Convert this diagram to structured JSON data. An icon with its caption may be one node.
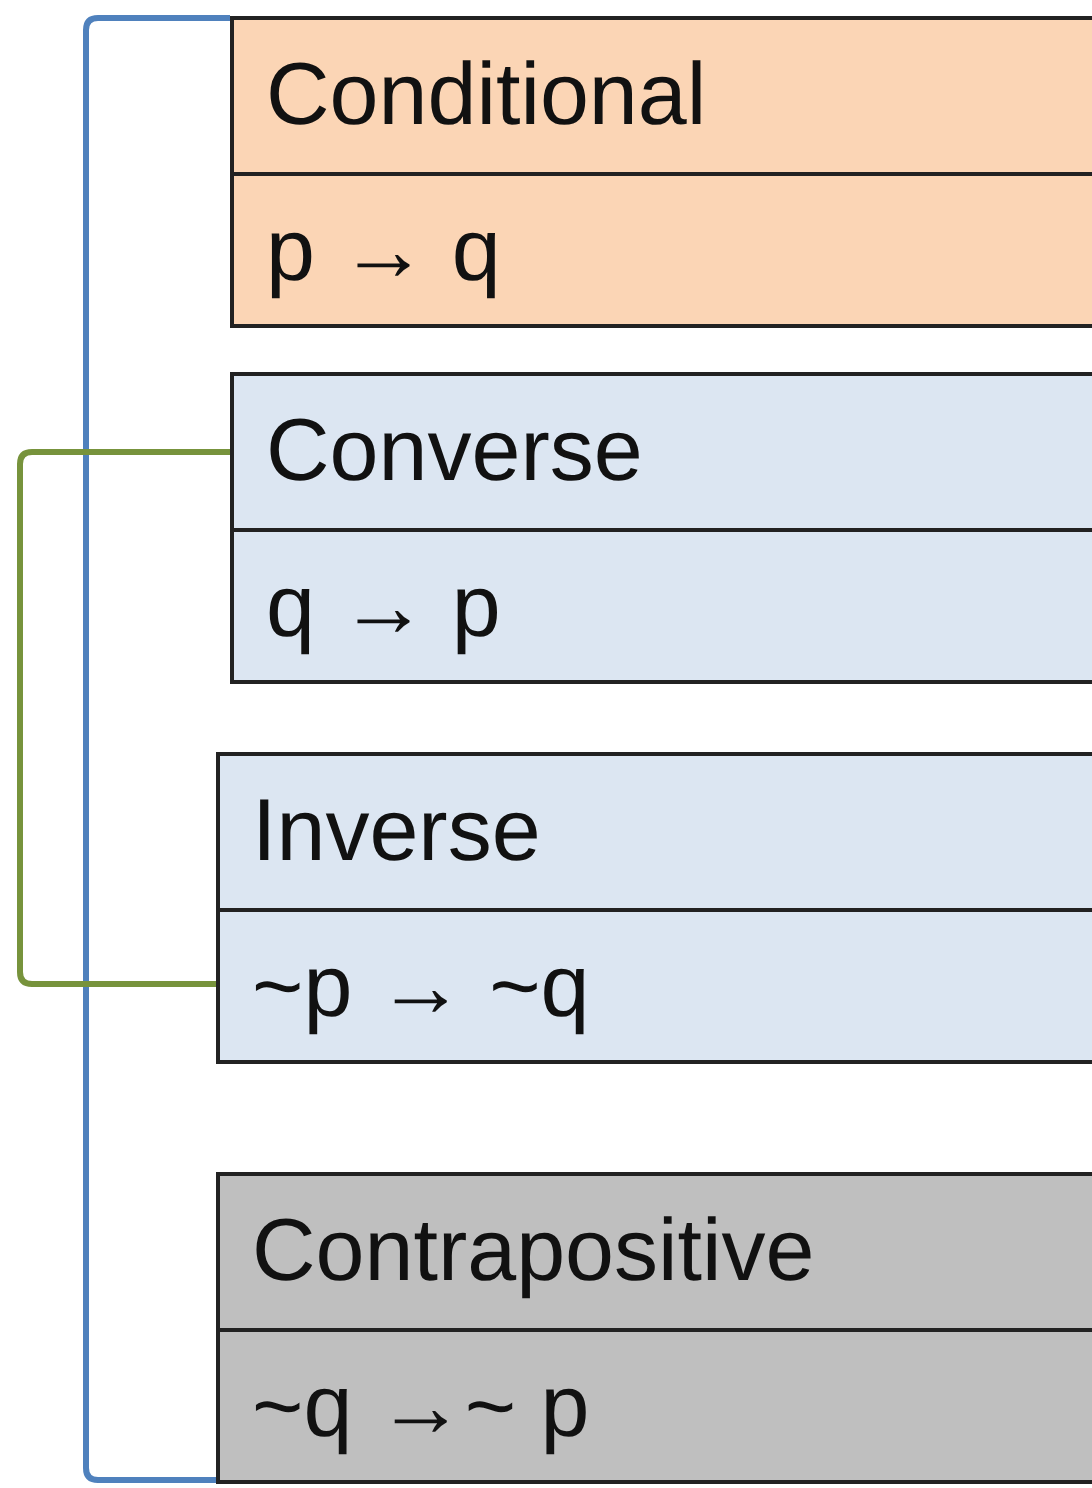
{
  "diagram": {
    "nodes": [
      {
        "text": [
          "Conditional",
          "p → q"
        ]
      },
      {
        "text": [
          "Converse",
          "q → p"
        ]
      },
      {
        "text": [
          "Inverse",
          "~p → ~q"
        ]
      },
      {
        "text": [
          "Contrapositive",
          "~q →~ p"
        ]
      }
    ],
    "edges": [
      {
        "from": 0,
        "to": 3,
        "arrow": "none",
        "color": "#4f81bd"
      },
      {
        "from": 1,
        "to": 2,
        "arrow": "none",
        "color": "#77933c"
      }
    ]
  }
}
